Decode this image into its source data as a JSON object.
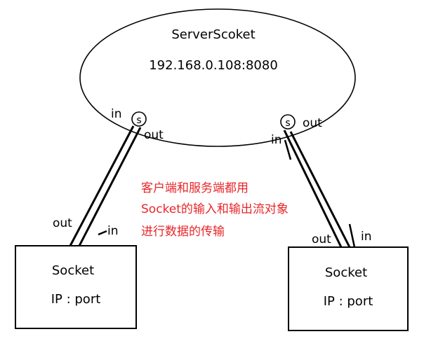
{
  "server": {
    "title": "ServerScoket",
    "address": "192.168.0.108:8080",
    "left_socket": {
      "symbol": "s",
      "in_label": "in",
      "out_label": "out"
    },
    "right_socket": {
      "symbol": "s",
      "in_label": "in",
      "out_label": "out"
    }
  },
  "clients": [
    {
      "title": "Socket",
      "detail": "IP : port",
      "out_label": "out",
      "in_label": "in"
    },
    {
      "title": "Socket",
      "detail": "IP : port",
      "out_label": "out",
      "in_label": "in"
    }
  ],
  "note": {
    "lines": [
      "客户端和服务端都用",
      "Socket的输入和输出流对象",
      "进行数据的传输"
    ],
    "color": "#e8262a"
  }
}
